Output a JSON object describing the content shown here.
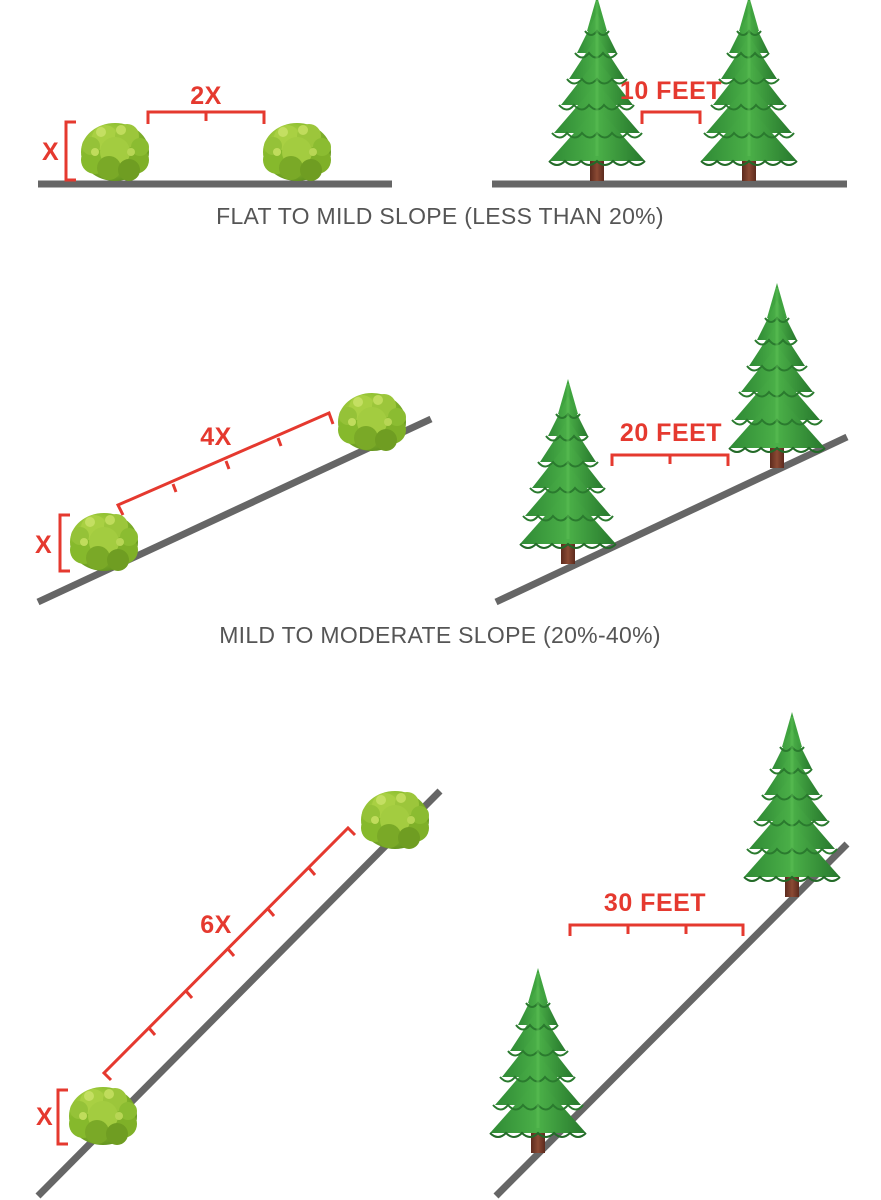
{
  "captions": {
    "flat": "FLAT TO MILD SLOPE (LESS THAN 20%)",
    "moderate": "MILD TO MODERATE SLOPE (20%-40%)"
  },
  "labels": {
    "shrub_height": "X",
    "flat_shrub_spacing": "2X",
    "flat_tree_spacing": "10 FEET",
    "moderate_shrub_spacing": "4X",
    "moderate_tree_spacing": "20 FEET",
    "steep_shrub_spacing": "6X",
    "steep_tree_spacing": "30 FEET"
  },
  "colors": {
    "measure": "#e5392f",
    "ground": "#666666",
    "caption": "#555555",
    "shrub": "#8dbf2f",
    "tree": "#3a9a3a",
    "trunk": "#7a3b2a"
  }
}
